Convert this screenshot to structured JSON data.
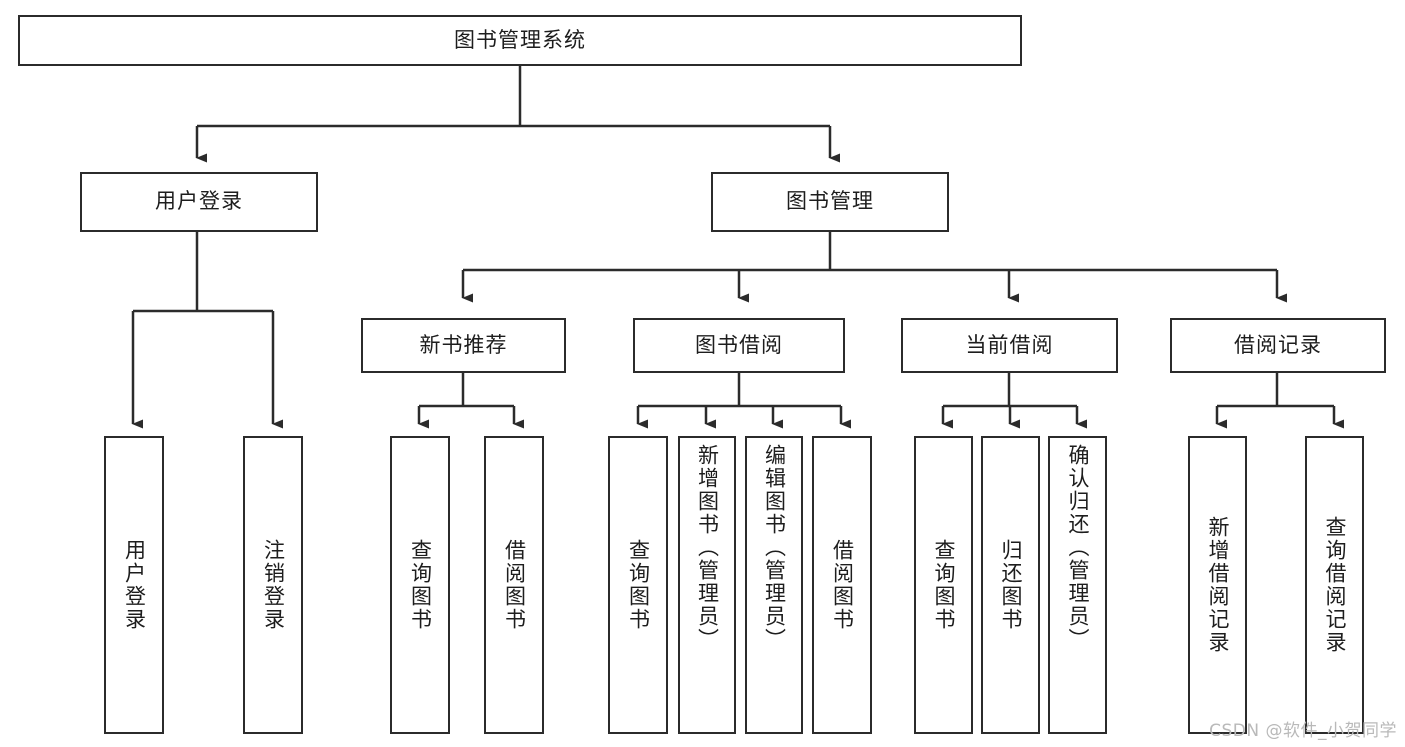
{
  "diagram": {
    "title": "图书管理系统",
    "type": "tree-hierarchy-diagram",
    "colors": {
      "stroke": "#2b2b2b",
      "fill": "#ffffff",
      "text": "#1d1d1d",
      "watermark": "#b9b9b9"
    },
    "root": {
      "label": "图书管理系统"
    },
    "level2": [
      {
        "label": "用户登录"
      },
      {
        "label": "图书管理"
      }
    ],
    "level3": [
      {
        "label": "新书推荐"
      },
      {
        "label": "图书借阅"
      },
      {
        "label": "当前借阅"
      },
      {
        "label": "借阅记录"
      }
    ],
    "leaves": {
      "user_login": [
        {
          "label": "用户登录"
        },
        {
          "label": "注销登录"
        }
      ],
      "new_book_recommend": [
        {
          "label": "查询图书"
        },
        {
          "label": "借阅图书"
        }
      ],
      "book_borrow": [
        {
          "label": "查询图书"
        },
        {
          "label": "新增图书（管理员）"
        },
        {
          "label": "编辑图书（管理员）"
        },
        {
          "label": "借阅图书"
        }
      ],
      "current_borrow": [
        {
          "label": "查询图书"
        },
        {
          "label": "归还图书"
        },
        {
          "label": "确认归还（管理员）"
        }
      ],
      "borrow_record": [
        {
          "label": "新增借阅记录"
        },
        {
          "label": "查询借阅记录"
        }
      ]
    }
  },
  "watermark": {
    "text": "CSDN @软件_小贺同学"
  }
}
